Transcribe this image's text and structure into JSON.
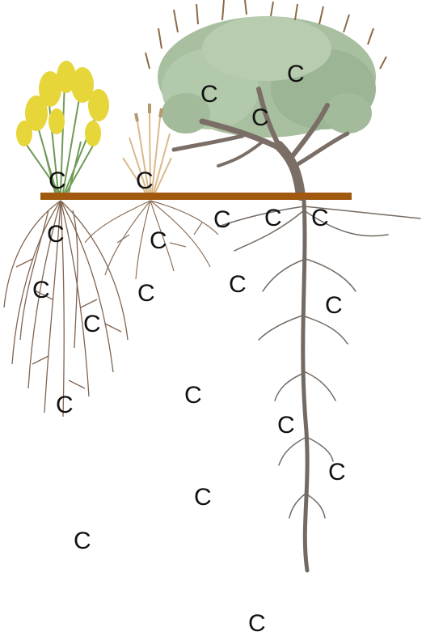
{
  "diagram": {
    "ground_color": "#a0590f",
    "plants": [
      {
        "name": "yellow-flowering-grass",
        "foliage_color": "#e6d63a",
        "stem_color": "#6f9a57",
        "root_color": "#6b4a33"
      },
      {
        "name": "dry-bunchgrass",
        "foliage_color": "#d9b98a",
        "root_color": "#7a5a40"
      },
      {
        "name": "shrub",
        "foliage_color": "#a8bfa0",
        "trunk_color": "#7a6e66",
        "root_color": "#736a63"
      }
    ],
    "carbon_label": "C",
    "carbon_label_count": 22
  }
}
